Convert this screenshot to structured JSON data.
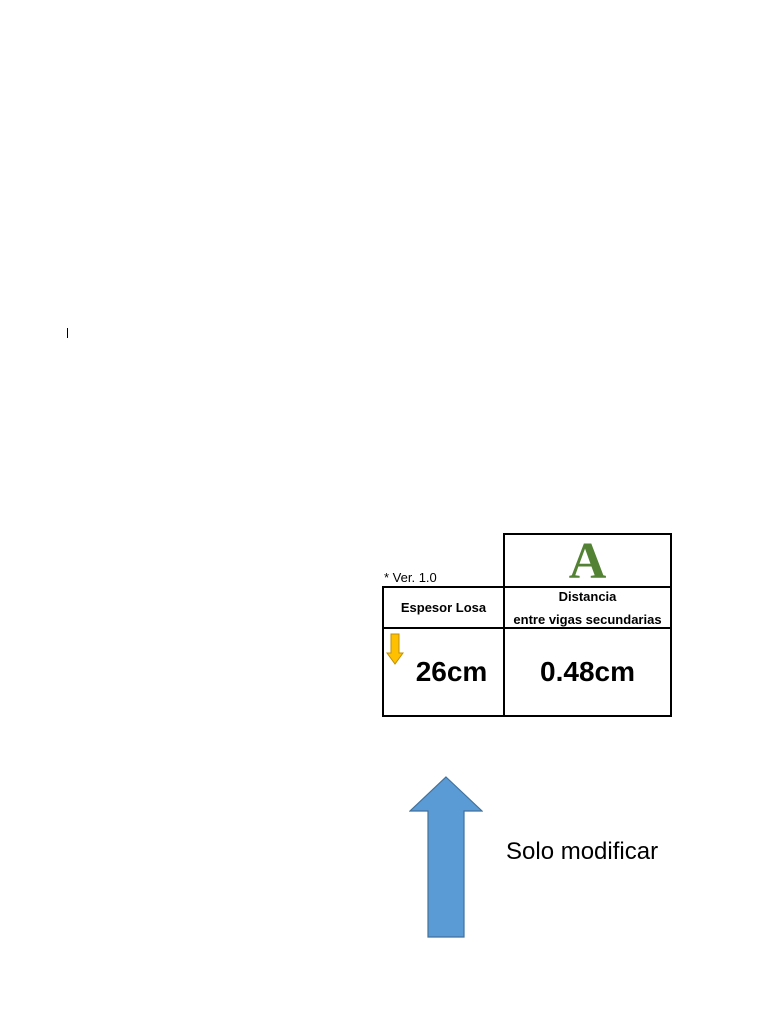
{
  "page": {
    "version_label": "* Ver. 1.0",
    "note": "Solo modificar"
  },
  "table": {
    "header_letter": "A",
    "header_letter_color": "#548235",
    "col1_header": "Espesor Losa",
    "col2_header_line1": "Distancia",
    "col2_header_line2": "entre vigas secundarias",
    "col1_value": "26cm",
    "col2_value": "0.48cm"
  },
  "icons": {
    "value_indicator": "down-arrow-icon",
    "value_indicator_color": "#FFC000",
    "pointer": "up-arrow-icon",
    "pointer_color": "#5B9BD5"
  }
}
